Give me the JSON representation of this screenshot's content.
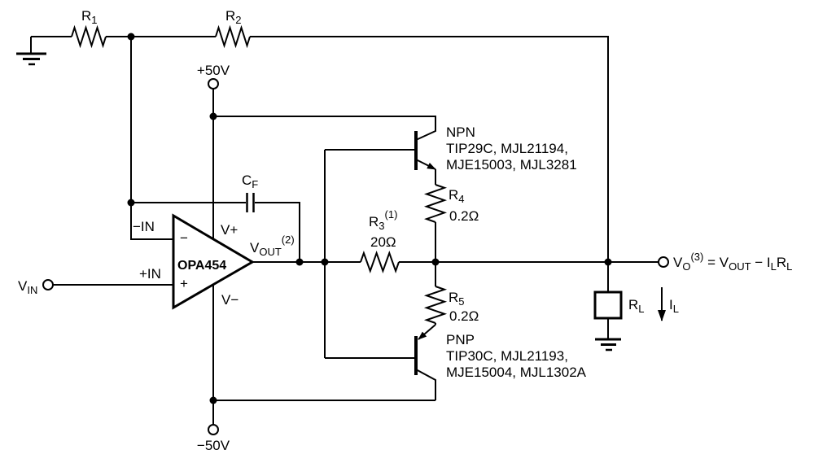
{
  "colors": {
    "ink": "#000000",
    "background": "#ffffff"
  },
  "circuit": {
    "r1": {
      "ref": "R",
      "sub": "1"
    },
    "r2": {
      "ref": "R",
      "sub": "2"
    },
    "supply_pos": {
      "label": "+50V"
    },
    "supply_neg": {
      "label": "−50V"
    },
    "cf": {
      "ref": "C",
      "sub": "F"
    },
    "opamp": {
      "part": "OPA454",
      "minus_sign": "−",
      "plus_sign": "+",
      "in_minus": "−IN",
      "in_plus": "+IN",
      "v_plus": "V+",
      "v_minus": "V−",
      "vout": {
        "main": "V",
        "sub": "OUT",
        "sup": "(2)"
      }
    },
    "vin": {
      "main": "V",
      "sub": "IN"
    },
    "r3": {
      "ref": "R",
      "sub": "3",
      "sup": "(1)",
      "value": "20Ω"
    },
    "r4": {
      "ref": "R",
      "sub": "4",
      "value": "0.2Ω"
    },
    "r5": {
      "ref": "R",
      "sub": "5",
      "value": "0.2Ω"
    },
    "npn": {
      "type": "NPN",
      "line2": "TIP29C, MJL21194,",
      "line3": "MJE15003, MJL3281"
    },
    "pnp": {
      "type": "PNP",
      "line2": "TIP30C, MJL21193,",
      "line3": "MJE15004, MJL1302A"
    },
    "load": {
      "ref": "R",
      "sub": "L",
      "current": {
        "main": "I",
        "sub": "L"
      }
    },
    "output_eq": {
      "p1": "V",
      "p2": "O",
      "p3": "(3)",
      "p4": " = V",
      "p5": "OUT",
      "p6": " − I",
      "p7": "L",
      "p8": "R",
      "p9": "L"
    }
  }
}
